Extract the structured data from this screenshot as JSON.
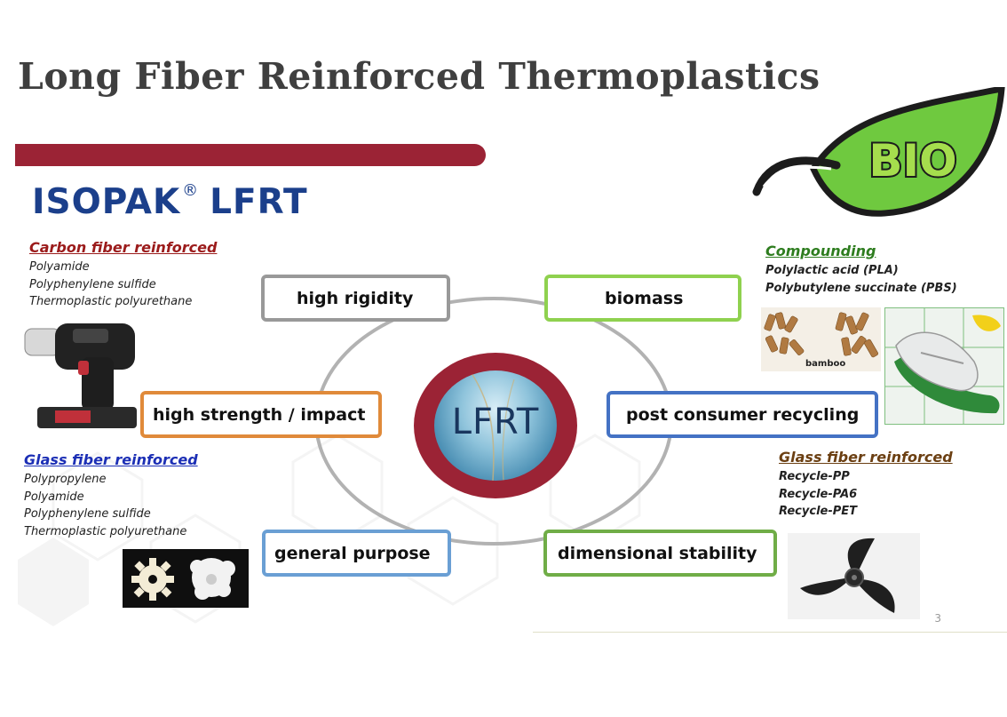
{
  "slide": {
    "title": "Long Fiber Reinforced Thermoplastics",
    "brand": {
      "name": "ISOPAK",
      "registered": "®",
      "suffix": "LFRT"
    },
    "badge": "BIO",
    "center_label": "LFRT",
    "page_number": "3"
  },
  "properties": [
    {
      "label": "high rigidity"
    },
    {
      "label": "biomass"
    },
    {
      "label": "high strength / impact"
    },
    {
      "label": "post consumer recycling"
    },
    {
      "label": "general purpose"
    },
    {
      "label": "dimensional stability"
    }
  ],
  "blocks": {
    "carbon": {
      "heading": "Carbon fiber reinforced",
      "items": [
        "Polyamide",
        "Polyphenylene sulfide",
        "Thermoplastic polyurethane"
      ]
    },
    "glass_left": {
      "heading": "Glass fiber reinforced",
      "items": [
        "Polypropylene",
        "Polyamide",
        "Polyphenylene sulfide",
        "Thermoplastic polyurethane"
      ]
    },
    "compounding": {
      "heading": "Compounding",
      "items": [
        "Polylactic acid (PLA)",
        "Polybutylene succinate (PBS)"
      ]
    },
    "glass_right": {
      "heading": "Glass fiber reinforced",
      "items": [
        "Recycle-PP",
        "Recycle-PA6",
        "Recycle-PET"
      ]
    }
  },
  "photos": {
    "bamboo_caption": "bamboo"
  },
  "colors": {
    "brand_blue": "#1b3f8b",
    "band_red": "#9b2335",
    "carbon_heading": "#9b1b1b",
    "glass_left_heading": "#1c2fb5",
    "compounding_heading": "#2e7d1f",
    "glass_right_heading": "#6b3f12",
    "box_gray": "#999999",
    "box_lightgreen": "#8fd14f",
    "box_orange": "#e08a3a",
    "box_blue": "#4472c4",
    "box_lightblue": "#6a9fd4",
    "box_green": "#70ad47",
    "leaf_green": "#6fc93f"
  }
}
